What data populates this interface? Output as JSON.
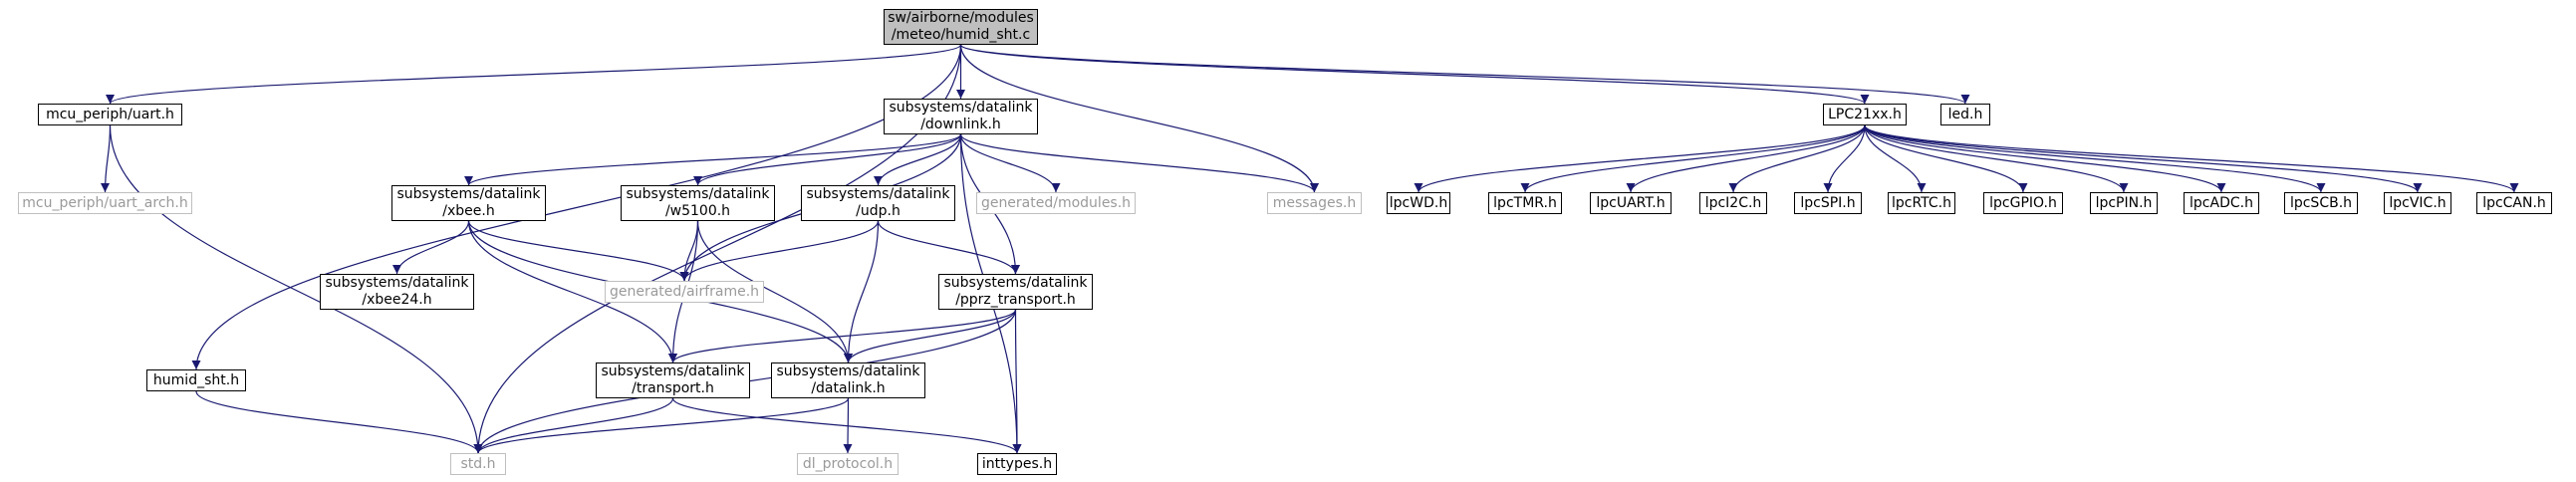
{
  "colors": {
    "edge": "#191970",
    "border": "#000000",
    "ext_border": "#bfbfbf",
    "root_fill": "#bfbfbf",
    "ext_text": "#9a9a9a"
  },
  "nodes": {
    "humid_sht_c": {
      "lines": [
        "sw/airborne/modules",
        "/meteo/humid_sht.c"
      ],
      "kind": "root"
    },
    "uart_h": {
      "lines": [
        "mcu_periph/uart.h"
      ],
      "kind": "file"
    },
    "uart_arch_h": {
      "lines": [
        "mcu_periph/uart_arch.h"
      ],
      "kind": "ext"
    },
    "downlink_h": {
      "lines": [
        "subsystems/datalink",
        "/downlink.h"
      ],
      "kind": "file"
    },
    "xbee_h": {
      "lines": [
        "subsystems/datalink",
        "/xbee.h"
      ],
      "kind": "file"
    },
    "w5100_h": {
      "lines": [
        "subsystems/datalink",
        "/w5100.h"
      ],
      "kind": "file"
    },
    "udp_h": {
      "lines": [
        "subsystems/datalink",
        "/udp.h"
      ],
      "kind": "file"
    },
    "generated_modules_h": {
      "lines": [
        "generated/modules.h"
      ],
      "kind": "ext"
    },
    "messages_h": {
      "lines": [
        "messages.h"
      ],
      "kind": "ext"
    },
    "xbee24_h": {
      "lines": [
        "subsystems/datalink",
        "/xbee24.h"
      ],
      "kind": "file"
    },
    "generated_airframe_h": {
      "lines": [
        "generated/airframe.h"
      ],
      "kind": "ext"
    },
    "pprz_transport_h": {
      "lines": [
        "subsystems/datalink",
        "/pprz_transport.h"
      ],
      "kind": "file"
    },
    "transport_h": {
      "lines": [
        "subsystems/datalink",
        "/transport.h"
      ],
      "kind": "file"
    },
    "datalink_h": {
      "lines": [
        "subsystems/datalink",
        "/datalink.h"
      ],
      "kind": "file"
    },
    "humid_sht_h": {
      "lines": [
        "humid_sht.h"
      ],
      "kind": "file"
    },
    "std_h": {
      "lines": [
        "std.h"
      ],
      "kind": "ext"
    },
    "dl_protocol_h": {
      "lines": [
        "dl_protocol.h"
      ],
      "kind": "ext"
    },
    "inttypes_h": {
      "lines": [
        "inttypes.h"
      ],
      "kind": "file"
    },
    "lpc21xx_h": {
      "lines": [
        "LPC21xx.h"
      ],
      "kind": "file"
    },
    "led_h": {
      "lines": [
        "led.h"
      ],
      "kind": "file"
    },
    "lpcwd_h": {
      "lines": [
        "lpcWD.h"
      ],
      "kind": "file"
    },
    "lpctmr_h": {
      "lines": [
        "lpcTMR.h"
      ],
      "kind": "file"
    },
    "lpcuart_h": {
      "lines": [
        "lpcUART.h"
      ],
      "kind": "file"
    },
    "lpci2c_h": {
      "lines": [
        "lpcI2C.h"
      ],
      "kind": "file"
    },
    "lpcspi_h": {
      "lines": [
        "lpcSPI.h"
      ],
      "kind": "file"
    },
    "lpcrtc_h": {
      "lines": [
        "lpcRTC.h"
      ],
      "kind": "file"
    },
    "lpcgpio_h": {
      "lines": [
        "lpcGPIO.h"
      ],
      "kind": "file"
    },
    "lpcpin_h": {
      "lines": [
        "lpcPIN.h"
      ],
      "kind": "file"
    },
    "lpcadc_h": {
      "lines": [
        "lpcADC.h"
      ],
      "kind": "file"
    },
    "lpcscb_h": {
      "lines": [
        "lpcSCB.h"
      ],
      "kind": "file"
    },
    "lpcvic_h": {
      "lines": [
        "lpcVIC.h"
      ],
      "kind": "file"
    },
    "lpccan_h": {
      "lines": [
        "lpcCAN.h"
      ],
      "kind": "file"
    }
  },
  "edges": [
    [
      "humid_sht_c",
      "uart_h"
    ],
    [
      "humid_sht_c",
      "std_h"
    ],
    [
      "humid_sht_c",
      "humid_sht_h"
    ],
    [
      "humid_sht_c",
      "downlink_h"
    ],
    [
      "humid_sht_c",
      "messages_h"
    ],
    [
      "humid_sht_c",
      "lpc21xx_h"
    ],
    [
      "humid_sht_c",
      "led_h"
    ],
    [
      "uart_h",
      "uart_arch_h"
    ],
    [
      "uart_h",
      "std_h"
    ],
    [
      "downlink_h",
      "xbee_h"
    ],
    [
      "downlink_h",
      "w5100_h"
    ],
    [
      "downlink_h",
      "udp_h"
    ],
    [
      "downlink_h",
      "generated_modules_h"
    ],
    [
      "downlink_h",
      "messages_h"
    ],
    [
      "downlink_h",
      "generated_airframe_h"
    ],
    [
      "downlink_h",
      "pprz_transport_h"
    ],
    [
      "downlink_h",
      "inttypes_h"
    ],
    [
      "xbee_h",
      "xbee24_h"
    ],
    [
      "xbee_h",
      "generated_airframe_h"
    ],
    [
      "xbee_h",
      "transport_h"
    ],
    [
      "xbee_h",
      "datalink_h"
    ],
    [
      "w5100_h",
      "generated_airframe_h"
    ],
    [
      "w5100_h",
      "transport_h"
    ],
    [
      "w5100_h",
      "datalink_h"
    ],
    [
      "udp_h",
      "generated_airframe_h"
    ],
    [
      "udp_h",
      "pprz_transport_h"
    ],
    [
      "udp_h",
      "datalink_h"
    ],
    [
      "pprz_transport_h",
      "transport_h"
    ],
    [
      "pprz_transport_h",
      "datalink_h"
    ],
    [
      "pprz_transport_h",
      "std_h"
    ],
    [
      "pprz_transport_h",
      "inttypes_h"
    ],
    [
      "transport_h",
      "std_h"
    ],
    [
      "transport_h",
      "inttypes_h"
    ],
    [
      "datalink_h",
      "std_h"
    ],
    [
      "datalink_h",
      "dl_protocol_h"
    ],
    [
      "humid_sht_h",
      "std_h"
    ],
    [
      "lpc21xx_h",
      "lpcwd_h"
    ],
    [
      "lpc21xx_h",
      "lpctmr_h"
    ],
    [
      "lpc21xx_h",
      "lpcuart_h"
    ],
    [
      "lpc21xx_h",
      "lpci2c_h"
    ],
    [
      "lpc21xx_h",
      "lpcspi_h"
    ],
    [
      "lpc21xx_h",
      "lpcrtc_h"
    ],
    [
      "lpc21xx_h",
      "lpcgpio_h"
    ],
    [
      "lpc21xx_h",
      "lpcpin_h"
    ],
    [
      "lpc21xx_h",
      "lpcadc_h"
    ],
    [
      "lpc21xx_h",
      "lpcscb_h"
    ],
    [
      "lpc21xx_h",
      "lpcvic_h"
    ],
    [
      "lpc21xx_h",
      "lpccan_h"
    ]
  ]
}
